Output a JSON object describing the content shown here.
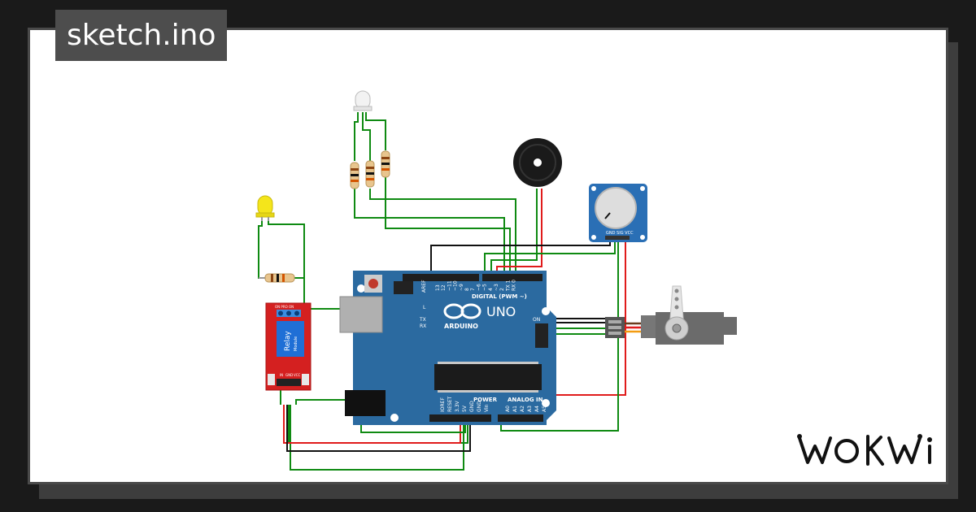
{
  "title": "sketch.ino",
  "brand": "WOKWI",
  "board": {
    "name": "ARDUINO",
    "model": "UNO",
    "label_digital": "DIGITAL (PWM ~)",
    "label_power": "POWER",
    "label_analog": "ANALOG IN",
    "label_aref": "AREF",
    "label_tx": "TX",
    "label_rx": "RX",
    "label_on": "ON",
    "label_l": "L",
    "digital_pins": [
      "13",
      "12",
      "~11",
      "~10",
      "~9",
      "8",
      "7",
      "~6",
      "~5",
      "4",
      "~3",
      "2",
      "TX 1",
      "RX 0"
    ],
    "power_pins": [
      "IOREF",
      "RESET",
      "3.3V",
      "5V",
      "GND",
      "GND",
      "Vin"
    ],
    "analog_pins": [
      "A0",
      "A1",
      "A2",
      "A3",
      "A4",
      "A5"
    ]
  },
  "relay": {
    "label": "Relay",
    "sub": "Module",
    "pins_top": "ON PRO ON",
    "pins_bottom": [
      "IN",
      "GND",
      "VCC"
    ]
  },
  "potentiometer": {
    "pins": "GND SIG VCC"
  },
  "colors": {
    "wire_green": "#0f8a12",
    "wire_red": "#e01b1b",
    "wire_black": "#111111",
    "board_blue": "#2b6aa0",
    "relay_red": "#d42020"
  }
}
